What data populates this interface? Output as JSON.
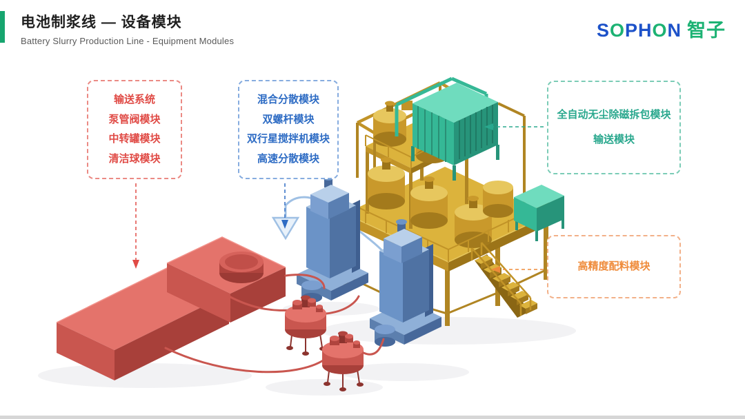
{
  "header": {
    "title": "电池制浆线 — 设备模块",
    "subtitle": "Battery Slurry Production Line - Equipment Modules"
  },
  "logo": {
    "seg1": "S",
    "seg2": "O",
    "seg3": "PH",
    "seg4": "O",
    "seg5": "N",
    "suffix": "智子",
    "blue": "#1d52c9",
    "green": "#1cb273"
  },
  "callouts": {
    "conveying": {
      "color": "#e04b46",
      "lines": [
        "输送系统",
        "泵管阀模块",
        "中转罐模块",
        "清洁球模块"
      ]
    },
    "mixing": {
      "color": "#2e6cc4",
      "lines": [
        "混合分散模块",
        "双螺杆模块",
        "双行星搅拌机模块",
        "高速分散模块"
      ]
    },
    "unpacking": {
      "color": "#2aa88e",
      "lines": [
        "全自动无尘除磁拆包模块",
        "输送模块"
      ]
    },
    "dosing": {
      "color": "#ef8b3a",
      "lines": [
        "高精度配料模块"
      ]
    }
  },
  "illustration": {
    "modules": [
      {
        "name": "conveying-system",
        "color": "#d95f58"
      },
      {
        "name": "mixing-dispersing-machines",
        "color": "#6b93c7"
      },
      {
        "name": "platform-and-tanks",
        "color": "#c9992b"
      },
      {
        "name": "unpacking-demagnetizing",
        "color": "#35b896"
      }
    ]
  }
}
